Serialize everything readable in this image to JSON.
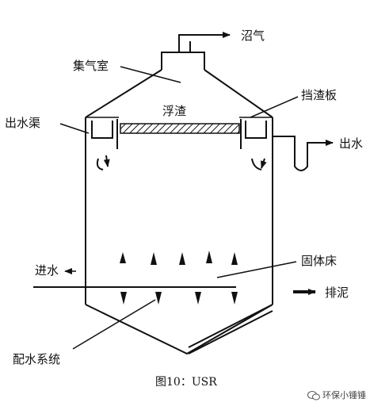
{
  "labels": {
    "biogas": "沼气",
    "gas_chamber": "集气室",
    "baffle": "挡渣板",
    "outlet_channel": "出水渠",
    "scum": "浮渣",
    "effluent": "出水",
    "influent": "进水",
    "solid_bed": "固体床",
    "sludge_discharge": "排泥",
    "distribution_system": "配水系统"
  },
  "caption": "图10：USR",
  "watermark": "环保小锤锤",
  "icons": [
    "wechat-icon"
  ]
}
